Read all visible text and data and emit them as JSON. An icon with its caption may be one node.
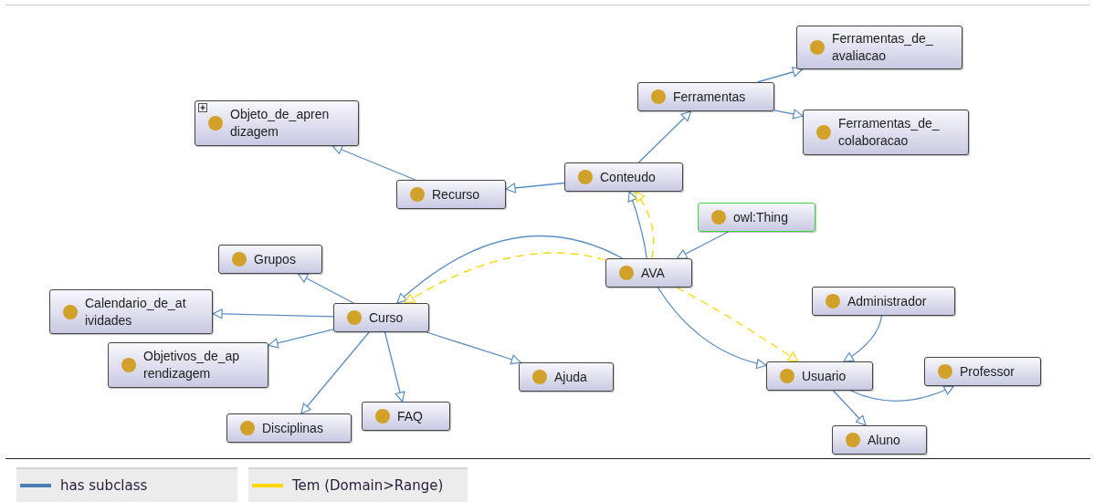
{
  "diagram": {
    "nodes": [
      {
        "text": [
          "Ferramentas_de_avaliacao"
        ]
      },
      {
        "text": [
          "Ferramentas"
        ]
      },
      {
        "text": [
          "Objeto_de_aprendizagem"
        ]
      },
      {
        "text": [
          "Ferramentas_de_colaboracao"
        ]
      },
      {
        "text": [
          "Conteudo"
        ]
      },
      {
        "text": [
          "Recurso"
        ]
      },
      {
        "text": [
          "owl:Thing"
        ]
      },
      {
        "text": [
          "Grupos"
        ]
      },
      {
        "text": [
          "AVA"
        ]
      },
      {
        "text": [
          "Calendario_de_atividades"
        ]
      },
      {
        "text": [
          "Curso"
        ]
      },
      {
        "text": [
          "Administrador"
        ]
      },
      {
        "text": [
          "Objetivos_de_aprendizagem"
        ]
      },
      {
        "text": [
          "Usuario"
        ]
      },
      {
        "text": [
          "Professor"
        ]
      },
      {
        "text": [
          "Ajuda"
        ]
      },
      {
        "text": [
          "FAQ"
        ]
      },
      {
        "text": [
          "Disciplinas"
        ]
      },
      {
        "text": [
          "Aluno"
        ]
      }
    ],
    "edges": [
      {
        "from": 5,
        "to": 2,
        "arrow": "to"
      },
      {
        "from": 4,
        "to": 5,
        "arrow": "to"
      },
      {
        "from": 4,
        "to": 1,
        "arrow": "to"
      },
      {
        "from": 1,
        "to": 0,
        "arrow": "to"
      },
      {
        "from": 1,
        "to": 3,
        "arrow": "to"
      },
      {
        "from": 6,
        "to": 8,
        "arrow": "to"
      },
      {
        "from": 8,
        "to": 4,
        "arrow": "to"
      },
      {
        "from": 8,
        "to": 4,
        "arrow": "to",
        "style": "dashed",
        "color": "#ffd700"
      },
      {
        "from": 8,
        "to": 10,
        "arrow": "to"
      },
      {
        "from": 8,
        "to": 10,
        "arrow": "to",
        "style": "dashed",
        "color": "#ffd700"
      },
      {
        "from": 8,
        "to": 13,
        "arrow": "to"
      },
      {
        "from": 8,
        "to": 13,
        "arrow": "to",
        "style": "dashed",
        "color": "#ffd700"
      },
      {
        "from": 10,
        "to": 7,
        "arrow": "to"
      },
      {
        "from": 10,
        "to": 9,
        "arrow": "to"
      },
      {
        "from": 10,
        "to": 12,
        "arrow": "to"
      },
      {
        "from": 10,
        "to": 17,
        "arrow": "to"
      },
      {
        "from": 10,
        "to": 16,
        "arrow": "to"
      },
      {
        "from": 10,
        "to": 15,
        "arrow": "to"
      },
      {
        "from": 11,
        "to": 13,
        "arrow": "to"
      },
      {
        "from": 13,
        "to": 14,
        "arrow": "to"
      },
      {
        "from": 13,
        "to": 18,
        "arrow": "to"
      }
    ],
    "legend": [
      {
        "text": "has subclass"
      },
      {
        "text": "Tem (Domain>Range)"
      }
    ]
  }
}
